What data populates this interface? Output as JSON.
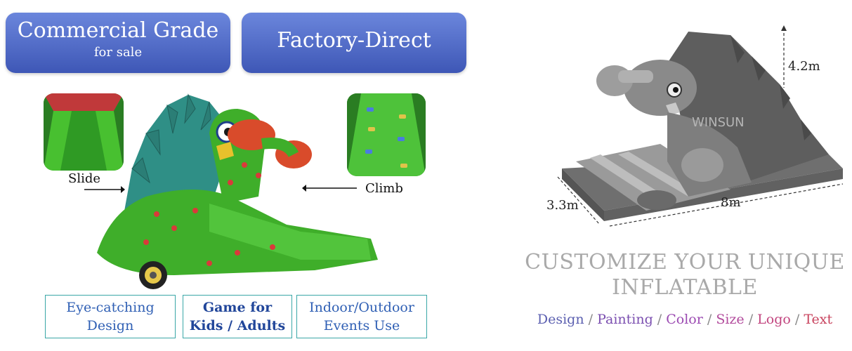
{
  "banners": {
    "commercial_main": "Commercial Grade",
    "commercial_sub": "for sale",
    "factory": "Factory-Direct"
  },
  "labels": {
    "slide": "Slide",
    "climb": "Climb"
  },
  "features": {
    "f1_line1": "Eye-catching",
    "f1_line2": "Design",
    "f2_line1": "Game for",
    "f2_line2": "Kids / Adults",
    "f3_line1": "Indoor/Outdoor",
    "f3_line2": "Events Use"
  },
  "dimensions": {
    "height": "4.2m",
    "width": "3.3m",
    "length": "8m"
  },
  "customize": {
    "line1": "CUSTOMIZE YOUR UNIQUE",
    "line2": "INFLATABLE",
    "options": [
      {
        "label": "Design",
        "color": "#5b5fb0"
      },
      {
        "label": "Painting",
        "color": "#7b4fb0"
      },
      {
        "label": "Color",
        "color": "#9b4ab2"
      },
      {
        "label": "Size",
        "color": "#b24a9c"
      },
      {
        "label": "Logo",
        "color": "#c2457f"
      },
      {
        "label": "Text",
        "color": "#c8435e"
      }
    ],
    "separator": "/"
  },
  "watermark": "WINSUN",
  "colors": {
    "banner_top": "#6b86dc",
    "banner_bottom": "#3e57b6",
    "feature_border": "#3aa7a7",
    "feature_text": "#2f5fb4",
    "inflatable_green": "#3fae2a",
    "inflatable_teal": "#2f8f86",
    "inflatable_red": "#d94b2b",
    "diagram_gray": "#8c8c8c"
  }
}
